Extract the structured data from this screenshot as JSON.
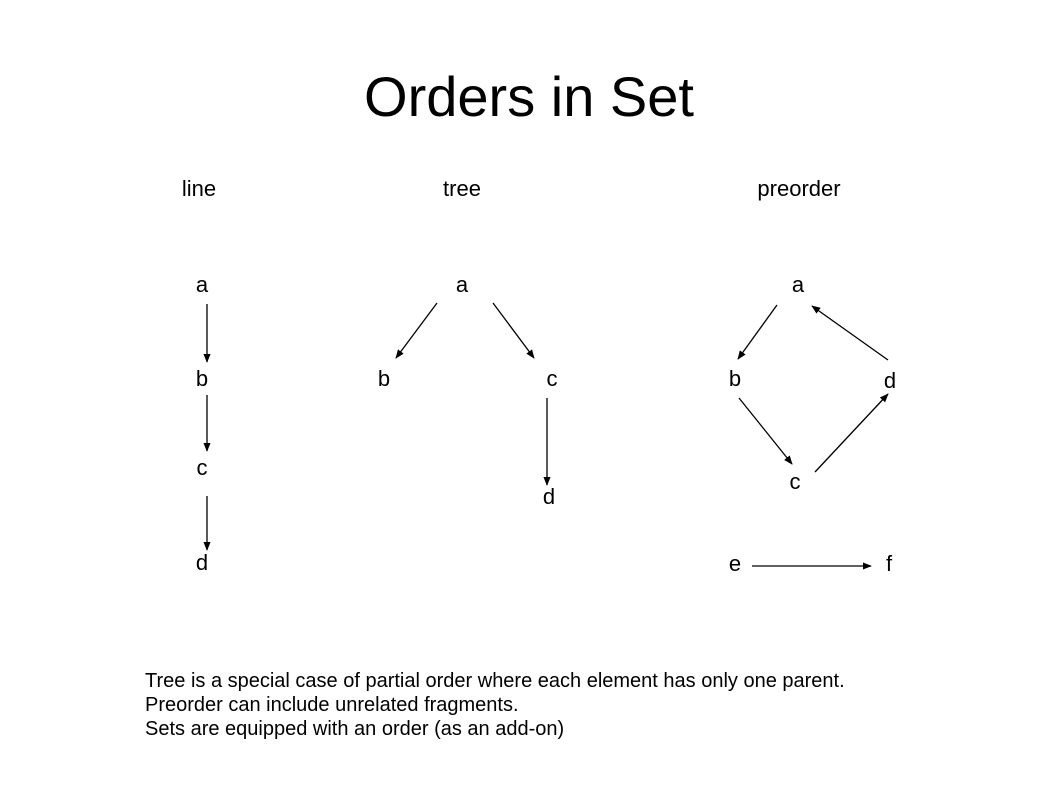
{
  "title": "Orders in Set",
  "columns": {
    "line": "line",
    "tree": "tree",
    "preorder": "preorder"
  },
  "line_nodes": {
    "a": "a",
    "b": "b",
    "c": "c",
    "d": "d"
  },
  "tree_nodes": {
    "a": "a",
    "b": "b",
    "c": "c",
    "d": "d"
  },
  "preorder_nodes": {
    "a": "a",
    "b": "b",
    "c": "c",
    "d": "d",
    "e": "e",
    "f": "f"
  },
  "edges": [
    {
      "diagram": "line",
      "from": "a",
      "to": "b"
    },
    {
      "diagram": "line",
      "from": "b",
      "to": "c"
    },
    {
      "diagram": "line",
      "from": "c",
      "to": "d"
    },
    {
      "diagram": "tree",
      "from": "a",
      "to": "b"
    },
    {
      "diagram": "tree",
      "from": "a",
      "to": "c"
    },
    {
      "diagram": "tree",
      "from": "c",
      "to": "d"
    },
    {
      "diagram": "preorder",
      "from": "a",
      "to": "b"
    },
    {
      "diagram": "preorder",
      "from": "b",
      "to": "c"
    },
    {
      "diagram": "preorder",
      "from": "c",
      "to": "d"
    },
    {
      "diagram": "preorder",
      "from": "d",
      "to": "a"
    },
    {
      "diagram": "preorder",
      "from": "e",
      "to": "f"
    }
  ],
  "notes": {
    "line1": "Tree is a special case of partial order where each element has only one parent.",
    "line2": "Preorder can include unrelated fragments.",
    "line3": "Sets are equipped with an order (as an add-on)"
  }
}
